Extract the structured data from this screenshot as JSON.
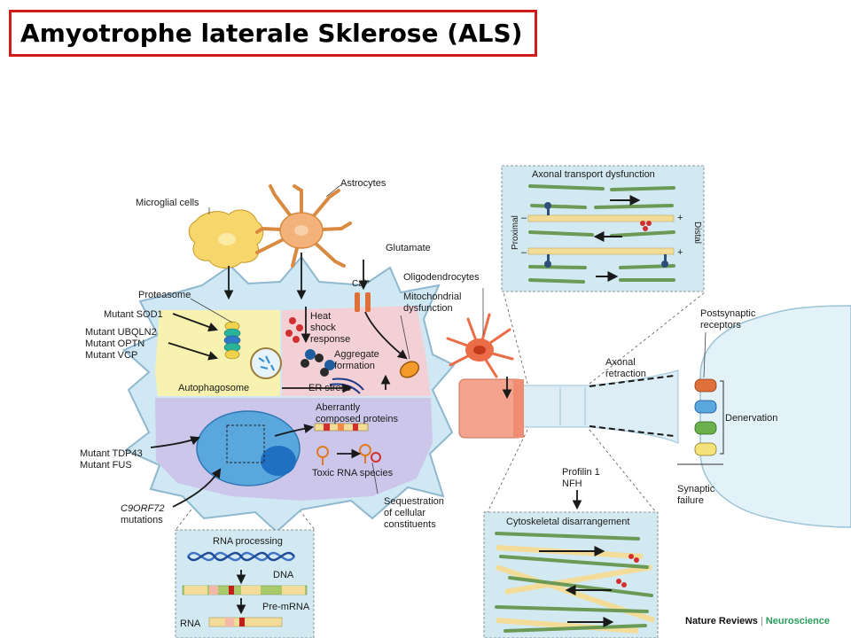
{
  "title": "Amyotrophe laterale Sklerose (ALS)",
  "credit": {
    "journal": "Nature Reviews",
    "separator": "|",
    "section": "Neuroscience"
  },
  "labels": {
    "microglia": "Microglial cells",
    "astrocytes": "Astrocytes",
    "glutamate": "Glutamate",
    "calcium": "Ca²⁺",
    "oligodendrocytes": "Oligodendrocytes",
    "proteasome": "Proteasome",
    "mutant_sod1": "Mutant SOD1",
    "mutant_ubqln2": "Mutant UBQLN2",
    "mutant_optn": "Mutant OPTN",
    "mutant_vcp": "Mutant VCP",
    "heat_shock_1": "Heat",
    "heat_shock_2": "shock",
    "heat_shock_3": "response",
    "aggregate_1": "Aggregate",
    "aggregate_2": "formation",
    "mito_1": "Mitochondrial",
    "mito_2": "dysfunction",
    "autophagosome": "Autophagosome",
    "er_stress": "ER stress",
    "aberrant_1": "Aberrantly",
    "aberrant_2": "composed proteins",
    "mutant_tdp43": "Mutant TDP43",
    "mutant_fus": "Mutant FUS",
    "toxic_rna": "Toxic RNA species",
    "c9orf72_1": "C9ORF72",
    "c9orf72_2": "mutations",
    "sequestration_1": "Sequestration",
    "sequestration_2": "of cellular",
    "sequestration_3": "constituents",
    "axonal_retraction_1": "Axonal",
    "axonal_retraction_2": "retraction",
    "postsynaptic_1": "Postsynaptic",
    "postsynaptic_2": "receptors",
    "denervation": "Denervation",
    "synaptic_1": "Synaptic",
    "synaptic_2": "failure",
    "profilin": "Profilin 1",
    "nfh": "NFH"
  },
  "insets": {
    "axonal_transport": {
      "title": "Axonal transport dysfunction",
      "proximal": "Proximal",
      "distal": "Distal",
      "minus": "–",
      "plus": "+"
    },
    "rna_processing": {
      "title": "RNA processing",
      "dna": "DNA",
      "pre_mrna": "Pre-mRNA",
      "rna": "RNA"
    },
    "cytoskeletal": {
      "title": "Cytoskeletal disarrangement"
    }
  },
  "colors": {
    "title_border": "#d21c1c",
    "cell_membrane": "#cfe8f3",
    "cell_outline": "#8fb8cf",
    "proteasome_region": "#f7f2b0",
    "stress_region": "#f3d0d6",
    "nucleus_region": "#cbc6ea",
    "nucleus": "#5aa7de",
    "axon": "#f4a48e",
    "microglia": "#f7d66b",
    "astrocyte": "#f2b27a",
    "oligodendrocyte": "#ea6d48",
    "inset_bg": "#d3e9f2",
    "filament": "#6a9a55",
    "microtubule": "#f2dc97",
    "dna": "#3f74c4",
    "journal_green": "#2a9c5a"
  }
}
